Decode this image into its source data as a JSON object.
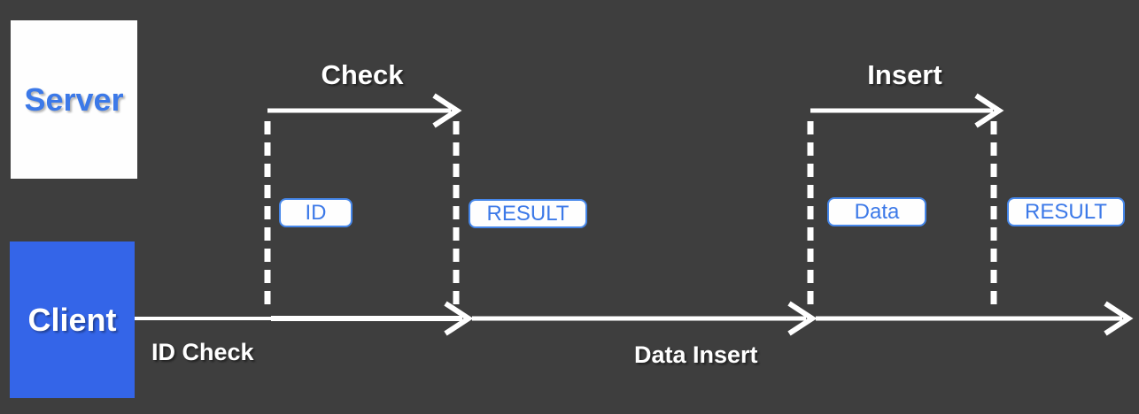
{
  "colors": {
    "bg": "#3e3e3e",
    "client_blue": "#3465e8",
    "text_blue": "#3c79e8",
    "border_blue": "#4687ea",
    "line_white": "#ffffff",
    "box_white": "#fefefe"
  },
  "actors": {
    "server": {
      "label": "Server"
    },
    "client": {
      "label": "Client"
    }
  },
  "phases": {
    "check": {
      "title": "Check",
      "request_label": "ID",
      "response_label": "RESULT"
    },
    "insert": {
      "title": "Insert",
      "request_label": "Data",
      "response_label": "RESULT"
    }
  },
  "timeline": {
    "first_flow_label": "ID Check",
    "second_flow_label": "Data Insert"
  }
}
